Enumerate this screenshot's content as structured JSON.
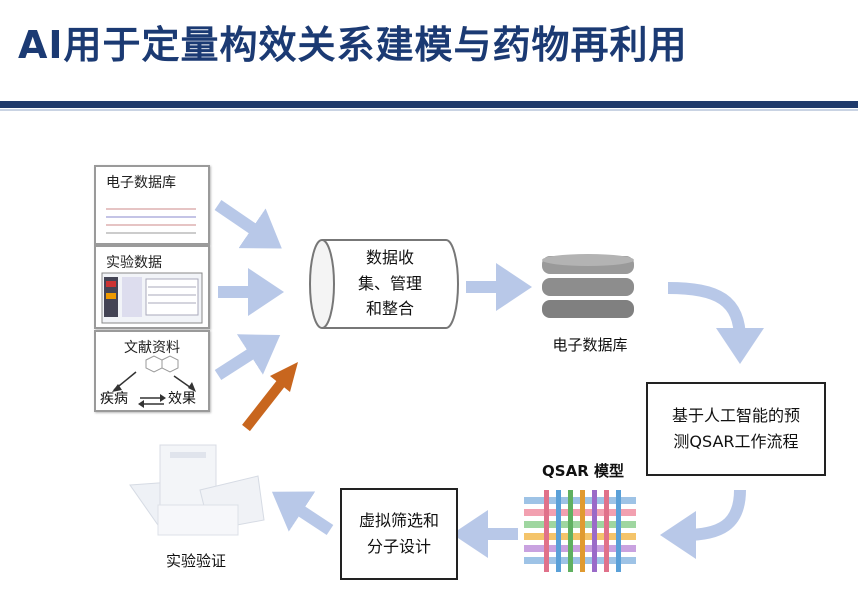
{
  "title": "AI用于定量构效关系建模与药物再利用",
  "sources": {
    "database": "电子数据库",
    "experiment": "实验数据",
    "literature": "文献资料",
    "disease": "疾病",
    "effect": "效果"
  },
  "collect_lines": [
    "数据收",
    "集、管理",
    "和整合"
  ],
  "db_label": "电子数据库",
  "ai_lines": [
    "基于人工智能的预",
    "测QSAR工作流程"
  ],
  "qsar_label": "QSAR 模型",
  "design_lines": [
    "虚拟筛选和",
    "分子设计"
  ],
  "validate_label": "实验验证",
  "colors": {
    "title": "#1b3a73",
    "arrow": "#b8c8e8",
    "accent_arrow": "#c8661e"
  }
}
